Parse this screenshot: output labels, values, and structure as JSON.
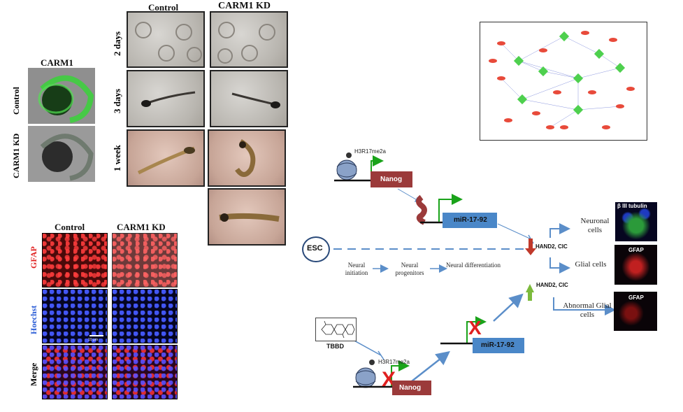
{
  "zebrafish_top": {
    "col_control": "Control",
    "col_kd": "CARM1 KD",
    "row_2days": "2 days",
    "row_3days": "3 days",
    "row_1week": "1 week"
  },
  "carm1_embryo": {
    "title": "CARM1",
    "row_control": "Control",
    "row_kd": "CARM1 KD"
  },
  "staining": {
    "col_control": "Control",
    "col_kd": "CARM1 KD",
    "row_gfap": "GFAP",
    "row_hoechst": "Hoechst",
    "row_merge": "Merge",
    "scale_bar": "10 μm",
    "colors": {
      "gfap": "#e02020",
      "hoechst": "#2a5cd6"
    }
  },
  "pathway": {
    "h3r17_top": "H3R17me2a",
    "nanog_top": "Nanog",
    "mir_top": "miR-17-92",
    "esc": "ESC",
    "hand2_top": "HAND2, CIC",
    "hand2_bottom": "HAND2, CIC",
    "neuronal_cells": "Neuronal cells",
    "glial_cells": "Glial cells",
    "abnormal_glial": "Abnormal Glial cells",
    "stage1": "Neural initiation",
    "stage2": "Neural progenitors",
    "stage3": "Neural differentiation",
    "tbbd": "TBBD",
    "h3r17_bottom": "H3R17me2a",
    "mir_bottom": "miR-17-92",
    "nanog_bottom": "Nanog",
    "beta3": "β III tubulin",
    "gfap1": "GFAP",
    "gfap2": "GFAP",
    "colors": {
      "nanog": "#9b3a3a",
      "mir": "#4a87c8",
      "arrow": "#5b8ec9",
      "green": "#1aa31a"
    }
  }
}
